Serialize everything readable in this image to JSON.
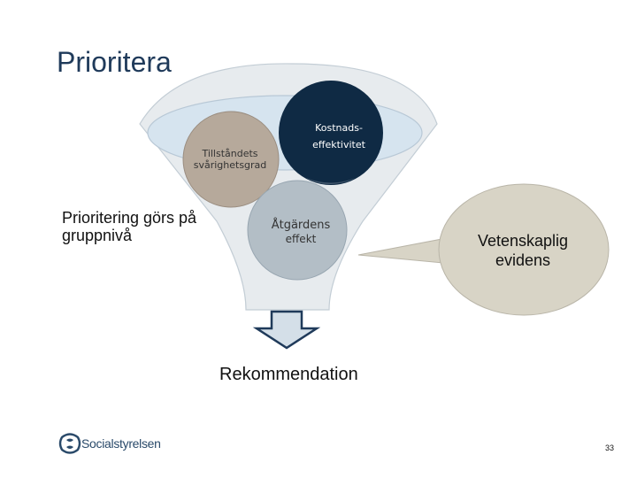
{
  "slide": {
    "title": "Prioritera",
    "left_text": "Prioritering görs på gruppnivå",
    "cost_label_line1": "Kostnads-",
    "cost_label_line2": "effektivitet",
    "severity_label_line1": "Tillståndets",
    "severity_label_line2": "svårighetsgrad",
    "measure_label_line1": "Åtgärdens",
    "measure_label_line2": "effekt",
    "evidence_label": "Vetenskaplig evidens",
    "recommendation_label": "Rekommendation",
    "logo_text": "Socialstyrelsen",
    "page_number": "33"
  },
  "colors": {
    "title": "#1f3a5a",
    "funnel_fill": "#e7ebee",
    "funnel_rim": "#d6e4ef",
    "severity_circle": "#b6a99b",
    "cost_circle": "#0f2a44",
    "measure_circle": "#b3bec6",
    "evidence_bubble": "#d8d4c6",
    "arrow": "#d4dfe8",
    "logo": "#2a4a6a"
  }
}
